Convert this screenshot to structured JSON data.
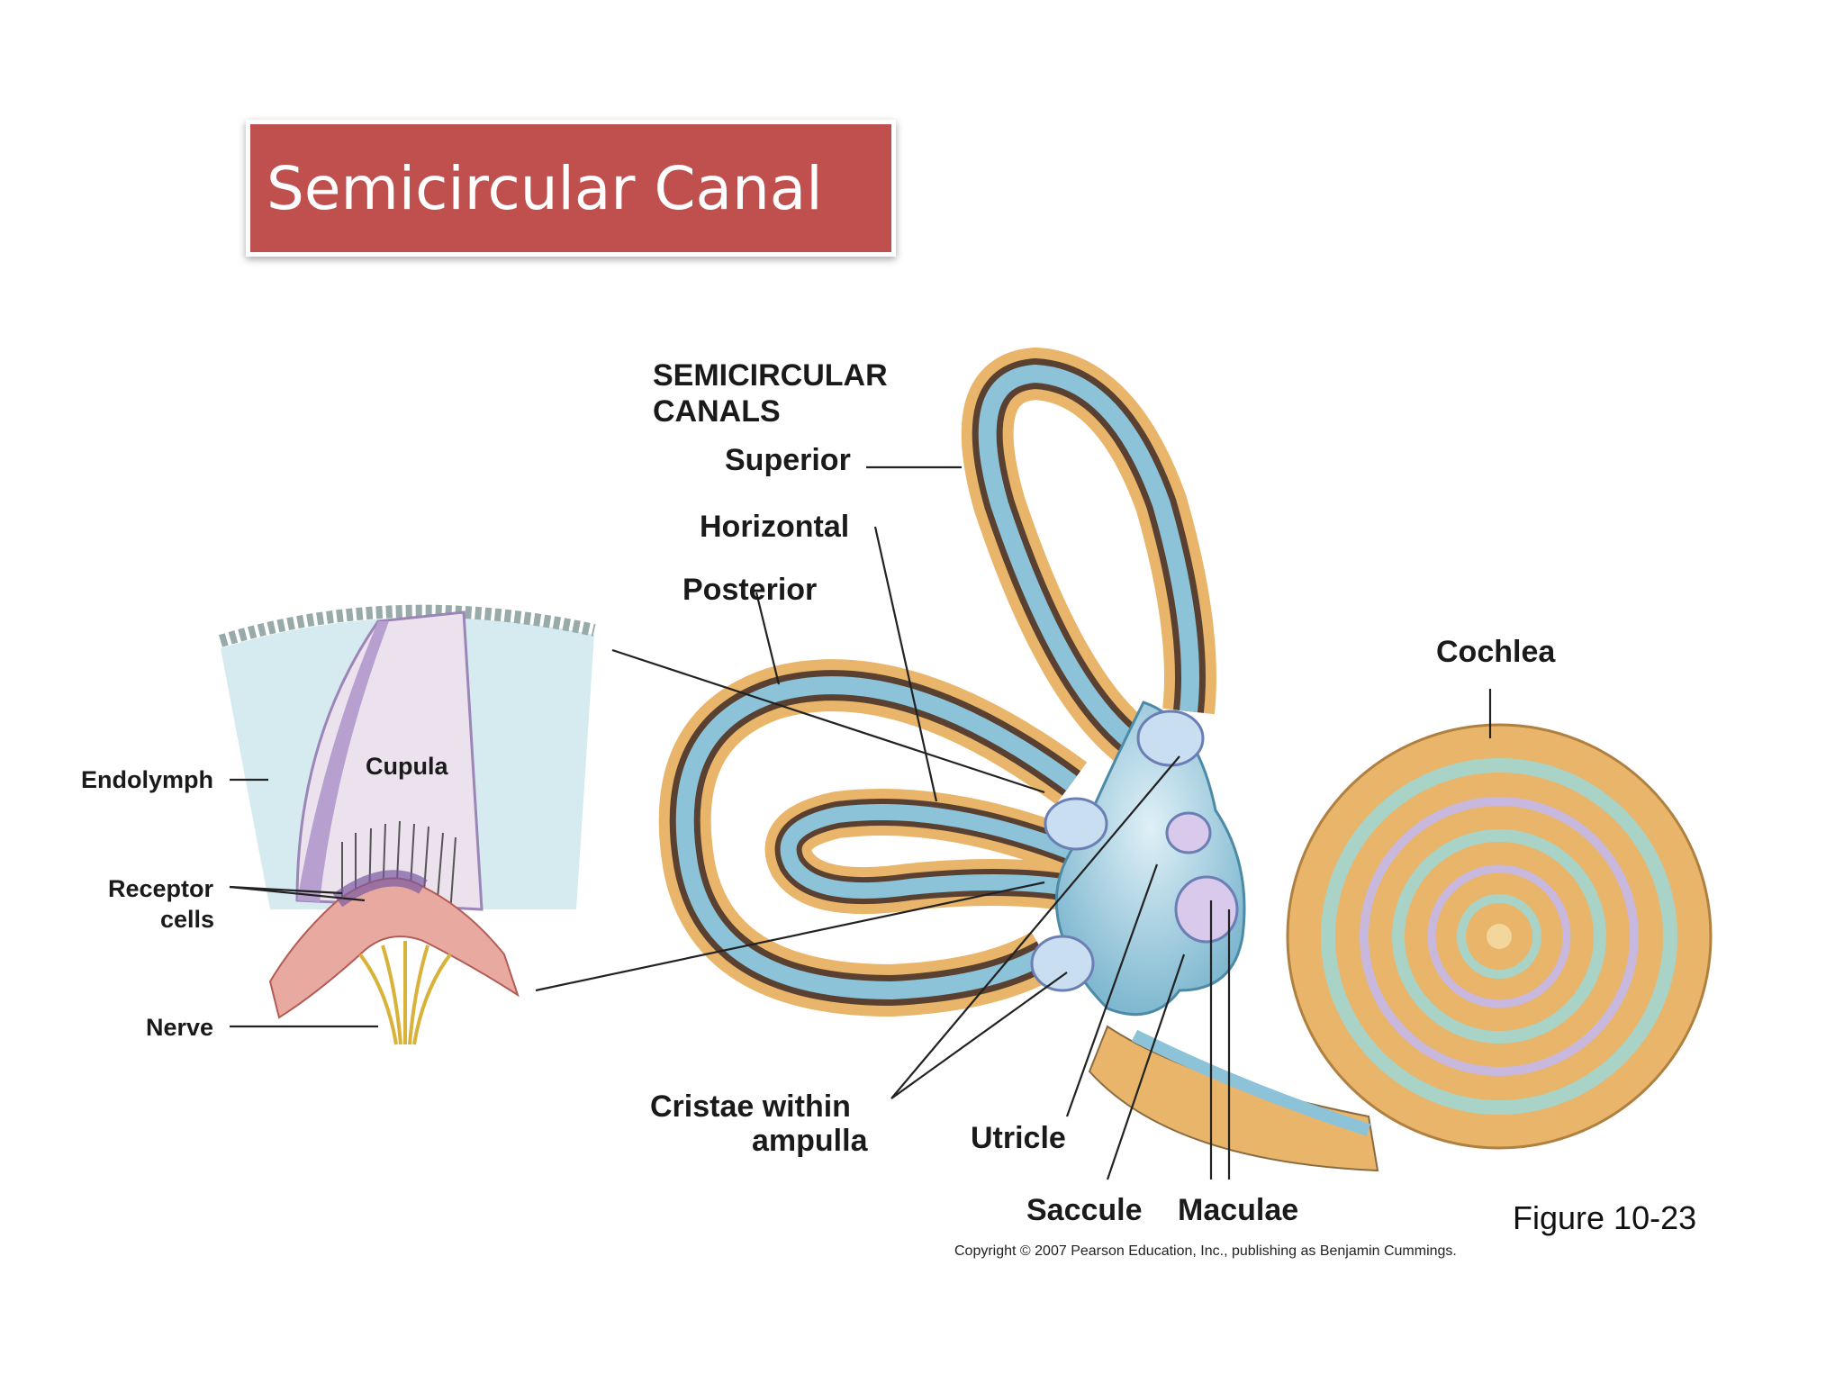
{
  "slide": {
    "title": "Semicircular Canal"
  },
  "diagram": {
    "canals_heading_line1": "SEMICIRCULAR",
    "canals_heading_line2": "CANALS",
    "superior": "Superior",
    "horizontal": "Horizontal",
    "posterior": "Posterior",
    "cochlea": "Cochlea",
    "cristae_line1": "Cristae  within",
    "cristae_line2": "ampulla",
    "utricle": "Utricle",
    "saccule": "Saccule",
    "maculae": "Maculae",
    "figure": "Figure 10-23",
    "copyright": "Copyright © 2007 Pearson Education, Inc., publishing as Benjamin Cummings."
  },
  "inset": {
    "endolymph": "Endolymph",
    "cupula": "Cupula",
    "receptor_line1": "Receptor",
    "receptor_line2": "cells",
    "nerve": "Nerve"
  },
  "colors": {
    "title_bg": "#c0504d",
    "canal_outer": "#e8b56a",
    "canal_dark": "#5a4030",
    "endolymph_blue": "#8cc3d8",
    "cupula": "#e9dcea",
    "receptor_pink": "#e8a9a0"
  }
}
